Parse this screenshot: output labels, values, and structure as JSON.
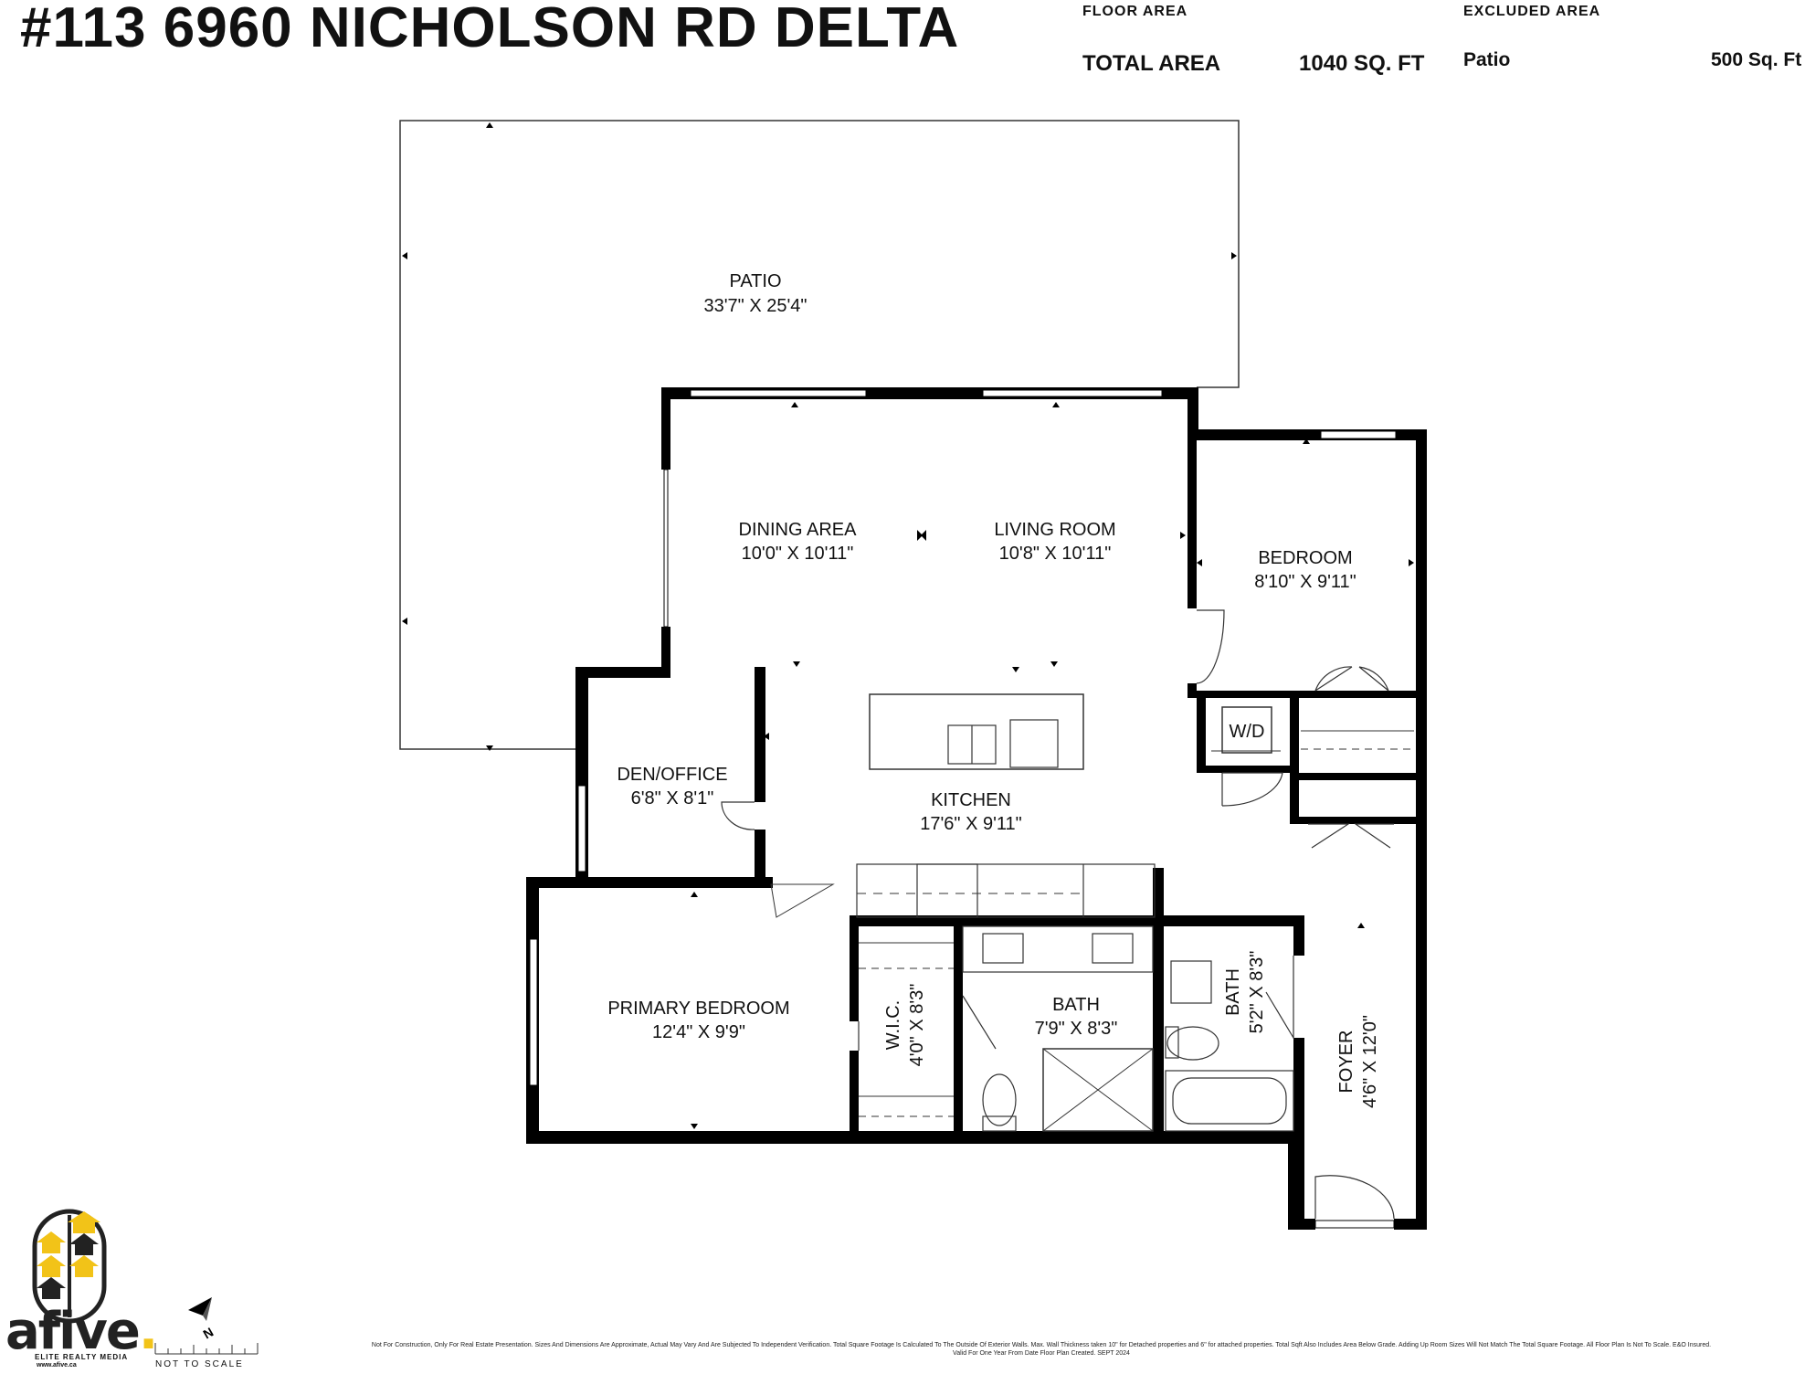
{
  "header": {
    "title": "#113 6960 NICHOLSON RD DELTA",
    "floor_area_label": "FLOOR AREA",
    "excluded_area_label": "EXCLUDED AREA",
    "total_area_label": "TOTAL AREA",
    "total_area_value": "1040 SQ. FT",
    "excluded_name": "Patio",
    "excluded_value": "500 Sq. Ft"
  },
  "rooms": {
    "patio": {
      "name": "PATIO",
      "dims": "33'7\" X 25'4\""
    },
    "dining": {
      "name": "DINING AREA",
      "dims": "10'0\" X 10'11\""
    },
    "living": {
      "name": "LIVING ROOM",
      "dims": "10'8\" X 10'11\""
    },
    "bedroom": {
      "name": "BEDROOM",
      "dims": "8'10\" X 9'11\""
    },
    "den": {
      "name": "DEN/OFFICE",
      "dims": "6'8\" X 8'1\""
    },
    "kitchen": {
      "name": "KITCHEN",
      "dims": "17'6\" X 9'11\""
    },
    "primary": {
      "name": "PRIMARY BEDROOM",
      "dims": "12'4\" X 9'9\""
    },
    "wic": {
      "name": "W.I.C.",
      "dims": "4'0\" X 8'3\""
    },
    "bath_main": {
      "name": "BATH",
      "dims": "7'9\" X 8'3\""
    },
    "bath_ensuite": {
      "name": "BATH",
      "dims": "5'2\" X 8'3\""
    },
    "foyer": {
      "name": "FOYER",
      "dims": "4'6\" X 12'0\""
    },
    "wd": {
      "name": "W/D"
    }
  },
  "branding": {
    "logo_text": "afive",
    "logo_dot": ".",
    "logo_sub": "ELITE REALTY MEDIA",
    "logo_url": "www.afive.ca",
    "compass_letter": "N",
    "not_to_scale": "NOT TO SCALE"
  },
  "disclaimer": {
    "line1": "Not For Construction, Only For Real Estate Presentation. Sizes And Dimensions Are Approximate, Actual May Vary And Are Subjected To Independent Verification. Total Square Footage Is Calculated To The Outside Of Exterior Walls. Max. Wall Thickness taken 10\" for Detached properties and 6\" for attached properties. Total Sqft Also Includes Area Below Grade. Adding Up Room Sizes Will Not Match The Total Square Footage. All Floor Plan Is Not To Scale. E&O Insured.",
    "line2": "Valid For One Year From Date Floor Plan Created. SEPT 2024"
  },
  "colors": {
    "wall": "#000000",
    "accent": "#f2c318",
    "text": "#111111"
  }
}
